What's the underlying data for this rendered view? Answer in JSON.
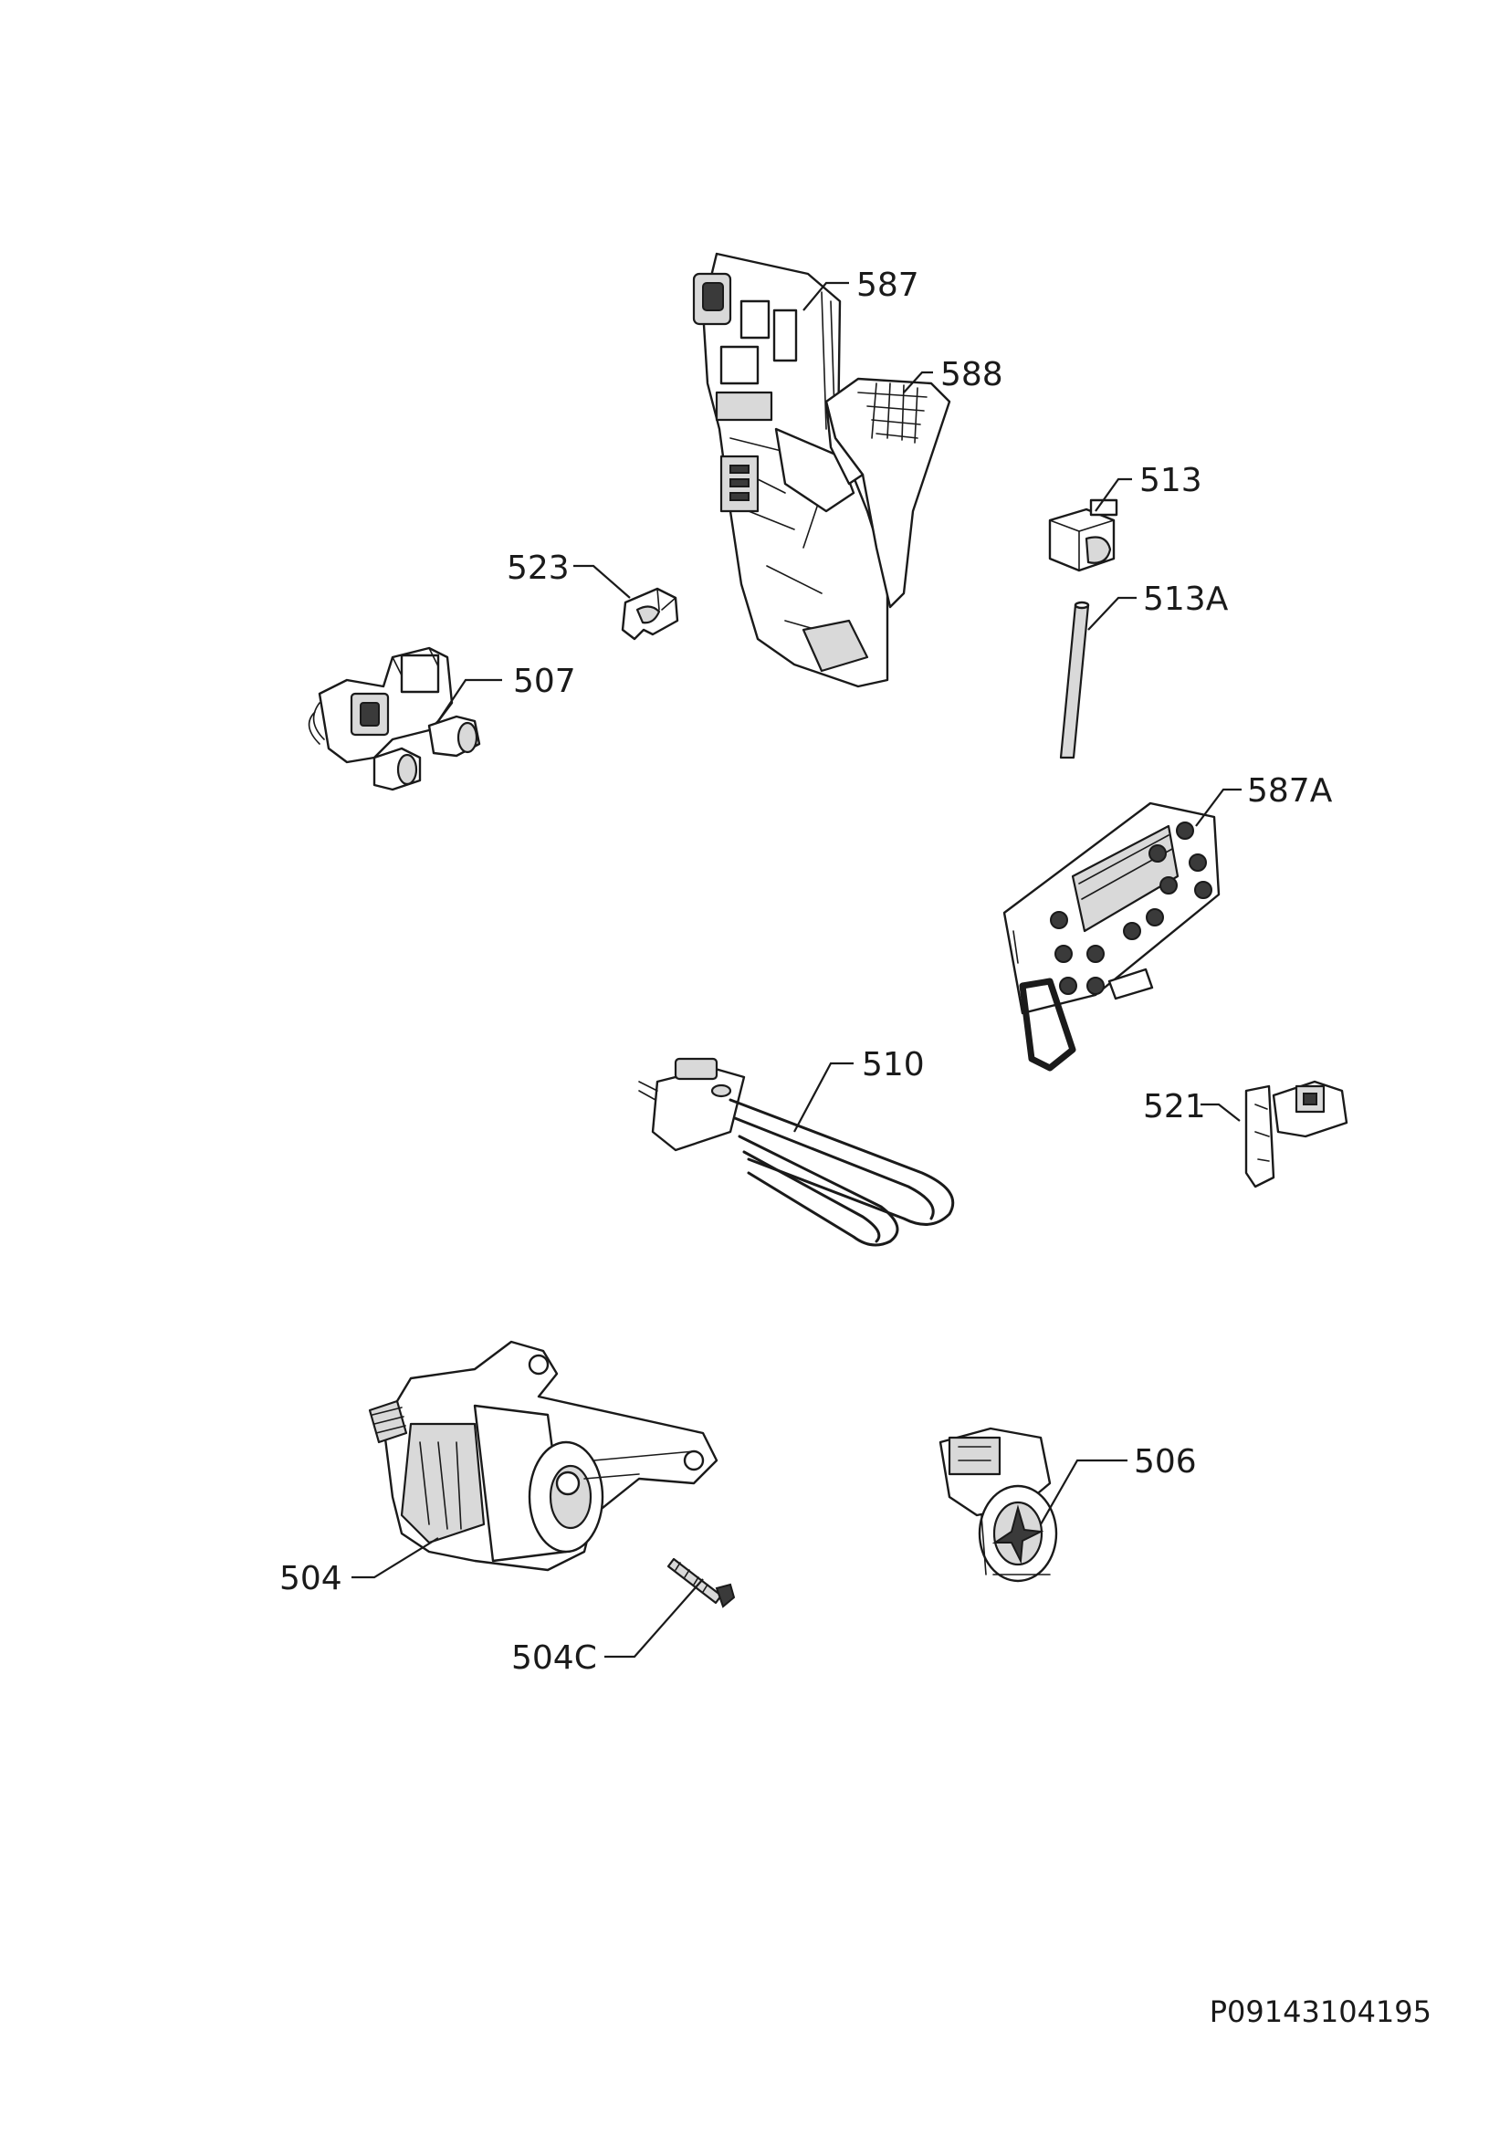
{
  "callouts": {
    "c587": "587",
    "c588": "588",
    "c513": "513",
    "c513A": "513A",
    "c523": "523",
    "c507": "507",
    "c587A": "587A",
    "c510": "510",
    "c521": "521",
    "c506": "506",
    "c504": "504",
    "c504C": "504C"
  },
  "drawing_code": "P09143104195"
}
